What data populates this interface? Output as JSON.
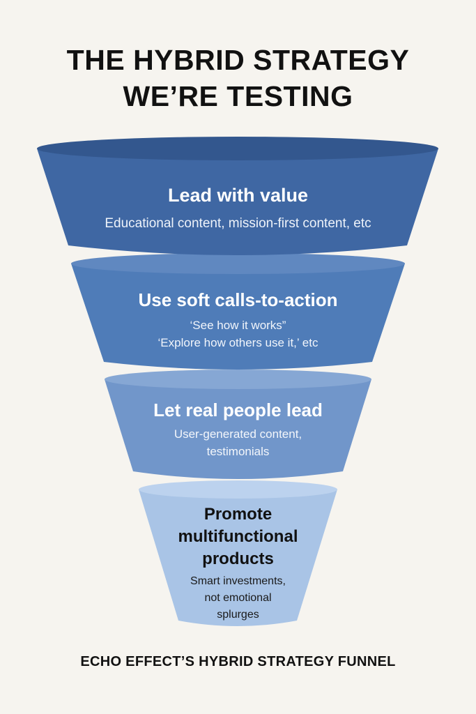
{
  "title": {
    "line1": "THE HYBRID STRATEGY",
    "line2": "WE’RE TESTING"
  },
  "colors": {
    "background": "#f6f4ef",
    "stage1": "#3f67a3",
    "stage2": "#4f7cb8",
    "stage3": "#7196ca",
    "stage4": "#a9c4e6"
  },
  "stages": [
    {
      "heading": [
        "Lead with value"
      ],
      "subtext": [
        "Educational content, mission-first content, etc"
      ]
    },
    {
      "heading": [
        "Use soft calls-to-action"
      ],
      "subtext": [
        "‘See how it works”",
        "‘Explore how others use it,’ etc"
      ]
    },
    {
      "heading": [
        "Let real people lead"
      ],
      "subtext": [
        "User-generated content,",
        "testimonials"
      ]
    },
    {
      "heading": [
        "Promote",
        "multifunctional",
        "products"
      ],
      "subtext": [
        "Smart investments,",
        "not emotional",
        "splurges"
      ]
    }
  ],
  "footer": "ECHO EFFECT’S HYBRID STRATEGY FUNNEL"
}
